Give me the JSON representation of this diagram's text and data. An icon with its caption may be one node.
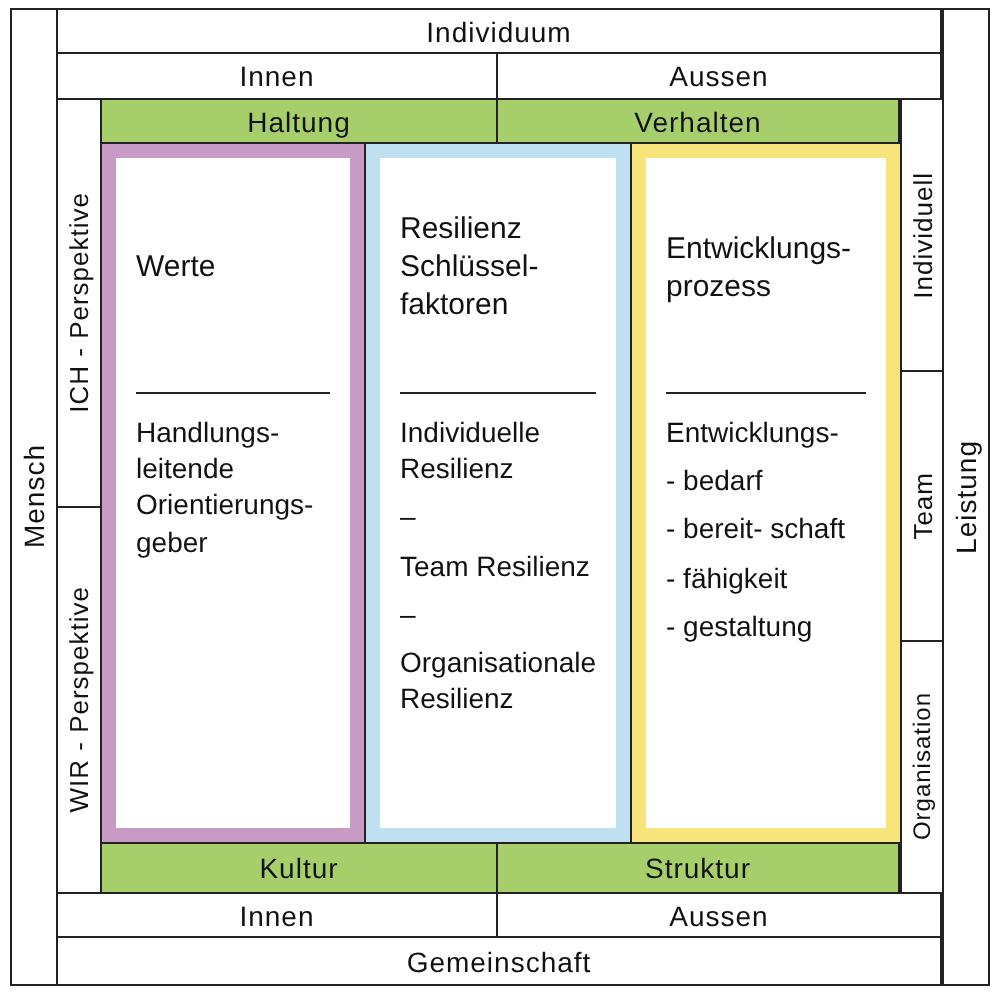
{
  "diagram": {
    "nodes": [
      {
        "text": [
          "Individuum"
        ]
      },
      {
        "text": [
          "Innen"
        ]
      },
      {
        "text": [
          "Aussen"
        ]
      },
      {
        "text": [
          "Haltung"
        ]
      },
      {
        "text": [
          "Verhalten"
        ]
      },
      {
        "text": [
          "Mensch"
        ]
      },
      {
        "text": [
          "ICH - Perspektive"
        ]
      },
      {
        "text": [
          "WIR - Perspektive"
        ]
      },
      {
        "text": [
          "Werte",
          "Handlungs- leitende Orientierungs- geber"
        ]
      },
      {
        "text": [
          "Resilienz Schlüssel- faktoren",
          "Individuelle Resilienz",
          "–",
          "Team Resilienz",
          "–",
          "Organisationale Resilienz"
        ]
      },
      {
        "text": [
          "Entwicklungs- prozess",
          "Entwicklungs-",
          "- bedarf",
          "- bereit- schaft",
          "- fähigkeit",
          "- gestaltung"
        ]
      },
      {
        "text": [
          "Individuell"
        ]
      },
      {
        "text": [
          "Team"
        ]
      },
      {
        "text": [
          "Organisation"
        ]
      },
      {
        "text": [
          "Leistung"
        ]
      },
      {
        "text": [
          "Kultur"
        ]
      },
      {
        "text": [
          "Struktur"
        ]
      },
      {
        "text": [
          "Innen"
        ]
      },
      {
        "text": [
          "Aussen"
        ]
      },
      {
        "text": [
          "Gemeinschaft"
        ]
      }
    ]
  }
}
